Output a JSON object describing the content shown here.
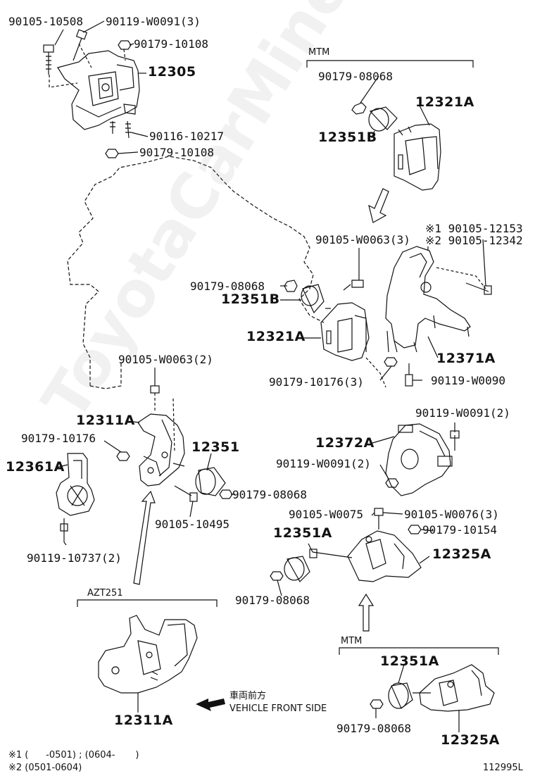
{
  "watermark": "ToyotaCarMine.ru",
  "groups": {
    "mtm_top": "MTM",
    "mtm_bottom": "MTM",
    "azt251": "AZT251"
  },
  "parts": {
    "p90105_10508": "90105-10508",
    "p90119_W0091_3": "90119-W0091(3)",
    "p90179_10108_a": "90179-10108",
    "p12305": "12305",
    "p90116_10217": "90116-10217",
    "p90179_10108_b": "90179-10108",
    "p90179_08068_a": "90179-08068",
    "p12321A_a": "12321A",
    "p12351B_a": "12351B",
    "n1": "※1 90105-12153",
    "n2": "※2 90105-12342",
    "p90105_W0063_3": "90105-W0063(3)",
    "p90179_08068_b": "90179-08068",
    "p12351B_b": "12351B",
    "p12321A_b": "12321A",
    "p12371A": "12371A",
    "p90179_10176_3": "90179-10176(3)",
    "p90119_W0090": "90119-W0090",
    "p90105_W0063_2": "90105-W0063(2)",
    "p12311A_a": "12311A",
    "p90179_10176": "90179-10176",
    "p12351": "12351",
    "p12361A": "12361A",
    "p90179_08068_c": "90179-08068",
    "p90105_10495": "90105-10495",
    "p90119_10737_2": "90119-10737(2)",
    "p90119_W0091_2a": "90119-W0091(2)",
    "p12372A": "12372A",
    "p90119_W0091_2b": "90119-W0091(2)",
    "p90105_W0075": "90105-W0075",
    "p90105_W0076_3": "90105-W0076(3)",
    "p12351A_a": "12351A",
    "p90179_10154": "90179-10154",
    "p12325A_a": "12325A",
    "p90179_08068_d": "90179-08068",
    "p12311A_b": "12311A",
    "p12351A_b": "12351A",
    "p90179_08068_e": "90179-08068",
    "p12325A_b": "12325A"
  },
  "front_side": {
    "jp": "車両前方",
    "en": "VEHICLE FRONT SIDE"
  },
  "footnotes": {
    "f1": "※1 (      -0501) ; (0604-       )",
    "f2": "※2 (0501-0604)"
  },
  "figure_number": "112995L"
}
